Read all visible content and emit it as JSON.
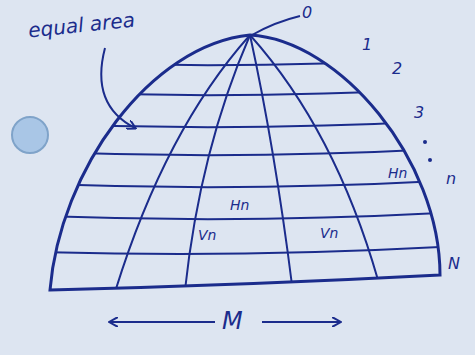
{
  "diagram": {
    "labels": [
      "equal area",
      "0",
      "1",
      "2",
      "3",
      "n",
      "Hn",
      "Vn",
      "Hn",
      "Vn",
      "N",
      "M"
    ]
  }
}
